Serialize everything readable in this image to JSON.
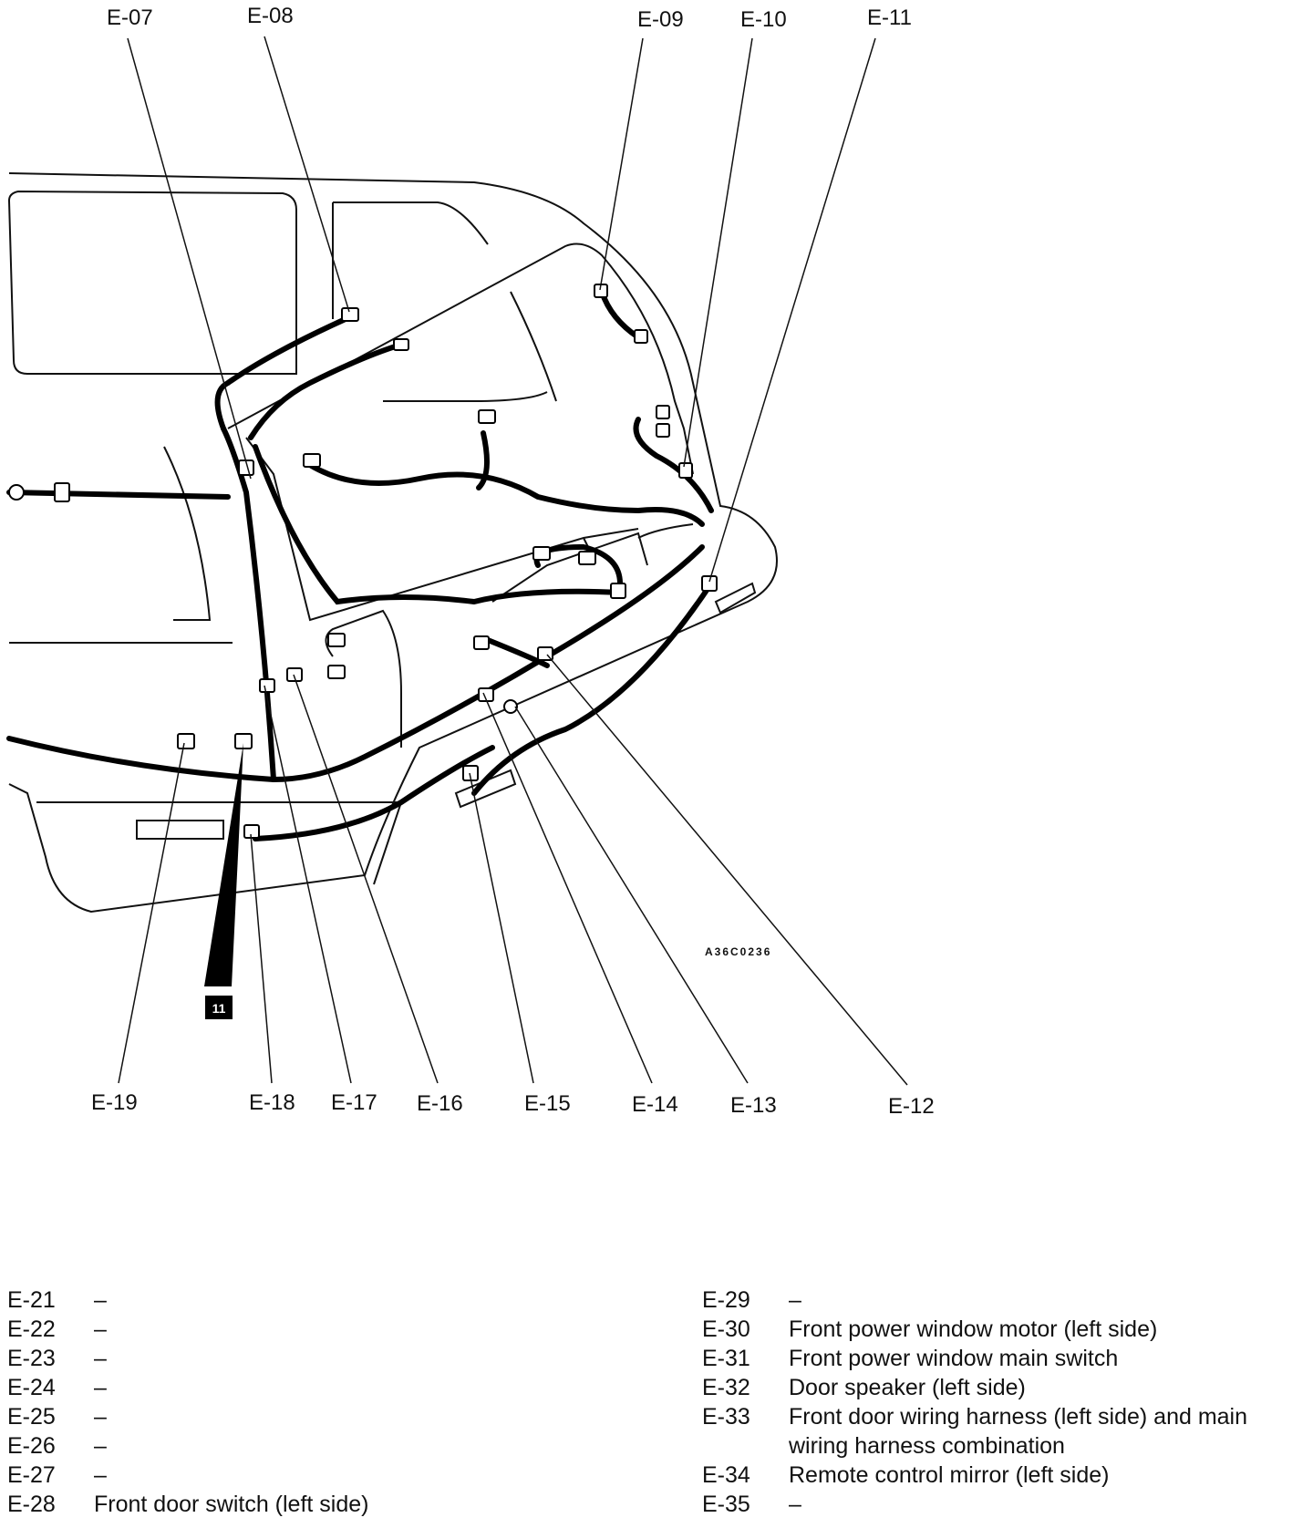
{
  "diagram": {
    "reference_code": "A36C0236",
    "tag": "11",
    "callouts": {
      "e07": "E-07",
      "e08": "E-08",
      "e09": "E-09",
      "e10": "E-10",
      "e11": "E-11",
      "e12": "E-12",
      "e13": "E-13",
      "e14": "E-14",
      "e15": "E-15",
      "e16": "E-16",
      "e17": "E-17",
      "e18": "E-18",
      "e19": "E-19"
    }
  },
  "legend": {
    "left": [
      {
        "code": "E-21",
        "desc": "–"
      },
      {
        "code": "E-22",
        "desc": "–"
      },
      {
        "code": "E-23",
        "desc": "–"
      },
      {
        "code": "E-24",
        "desc": "–"
      },
      {
        "code": "E-25",
        "desc": "–"
      },
      {
        "code": "E-26",
        "desc": "–"
      },
      {
        "code": "E-27",
        "desc": "–"
      },
      {
        "code": "E-28",
        "desc": "Front door switch (left side)"
      }
    ],
    "right": [
      {
        "code": "E-29",
        "desc": "–"
      },
      {
        "code": "E-30",
        "desc": "Front power window motor (left side)"
      },
      {
        "code": "E-31",
        "desc": "Front power window main switch"
      },
      {
        "code": "E-32",
        "desc": "Door speaker (left side)"
      },
      {
        "code": "E-33",
        "desc": "Front door wiring harness (left side) and main wiring harness combination"
      },
      {
        "code": "E-34",
        "desc": "Remote control mirror (left side)"
      },
      {
        "code": "E-35",
        "desc": "–"
      }
    ]
  }
}
